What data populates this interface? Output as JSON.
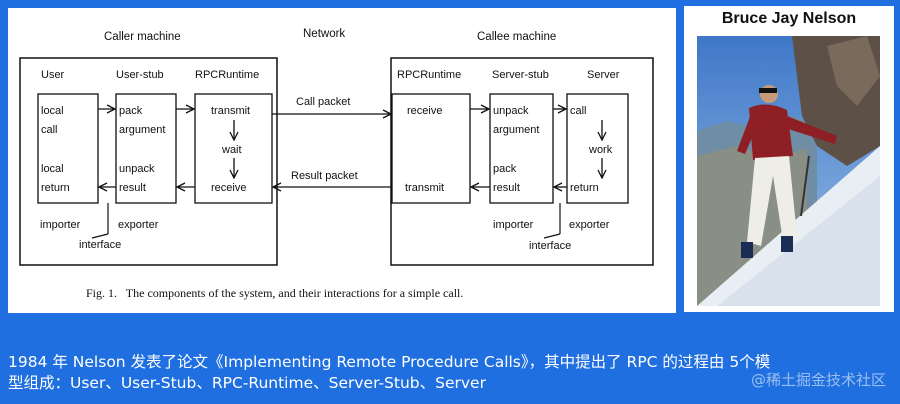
{
  "diagram": {
    "sections": {
      "caller": "Caller machine",
      "network": "Network",
      "callee": "Callee machine"
    },
    "columns": {
      "user": "User",
      "user_stub": "User-stub",
      "rpc_runtime_left": "RPCRuntime",
      "rpc_runtime_right": "RPCRuntime",
      "server_stub": "Server-stub",
      "server": "Server"
    },
    "boxes": {
      "user": {
        "line1": "local",
        "line2": "call",
        "line3": "local",
        "line4": "return"
      },
      "user_stub": {
        "line1": "pack",
        "line2": "argument",
        "line3": "unpack",
        "line4": "result"
      },
      "rpc_left": {
        "line1": "transmit",
        "line2": "wait",
        "line3": "receive"
      },
      "rpc_right": {
        "line1": "receive",
        "line2": "transmit"
      },
      "server_stub": {
        "line1": "unpack",
        "line2": "argument",
        "line3": "pack",
        "line4": "result"
      },
      "server": {
        "line1": "call",
        "line2": "work",
        "line3": "return"
      }
    },
    "labels": {
      "call_packet": "Call packet",
      "result_packet": "Result packet",
      "importer_left": "importer",
      "exporter_left": "exporter",
      "interface_left": "interface",
      "importer_right": "importer",
      "exporter_right": "exporter",
      "interface_right": "interface"
    },
    "figure_caption": "Fig. 1.   The components of the system, and their interactions for a simple call."
  },
  "photo": {
    "title": "Bruce Jay Nelson"
  },
  "caption": {
    "line1": "1984 年 Nelson 发表了论文《Implementing Remote Procedure Calls》，其中提出了 RPC 的过程由 5个模",
    "line2": "型组成：User、User-Stub、RPC-Runtime、Server-Stub、Server"
  },
  "watermark": "@稀土掘金技术社区",
  "colors": {
    "background": "#1f6fe0",
    "panel": "#ffffff",
    "ink": "#111111",
    "caption_text": "#ffffff"
  }
}
